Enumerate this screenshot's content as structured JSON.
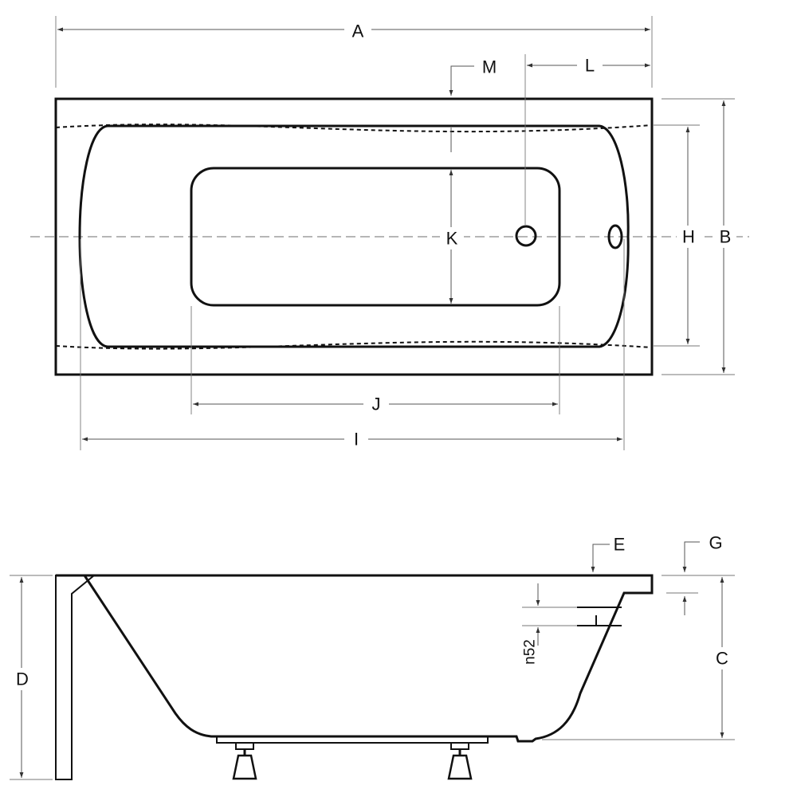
{
  "diagram": {
    "top_view": {
      "labels": {
        "A": "A",
        "B": "B",
        "H": "H",
        "I": "I",
        "J": "J",
        "K": "K",
        "L": "L",
        "M": "M"
      }
    },
    "side_view": {
      "labels": {
        "C": "C",
        "D": "D",
        "E": "E",
        "G": "G"
      },
      "drain_label": "n52"
    }
  }
}
